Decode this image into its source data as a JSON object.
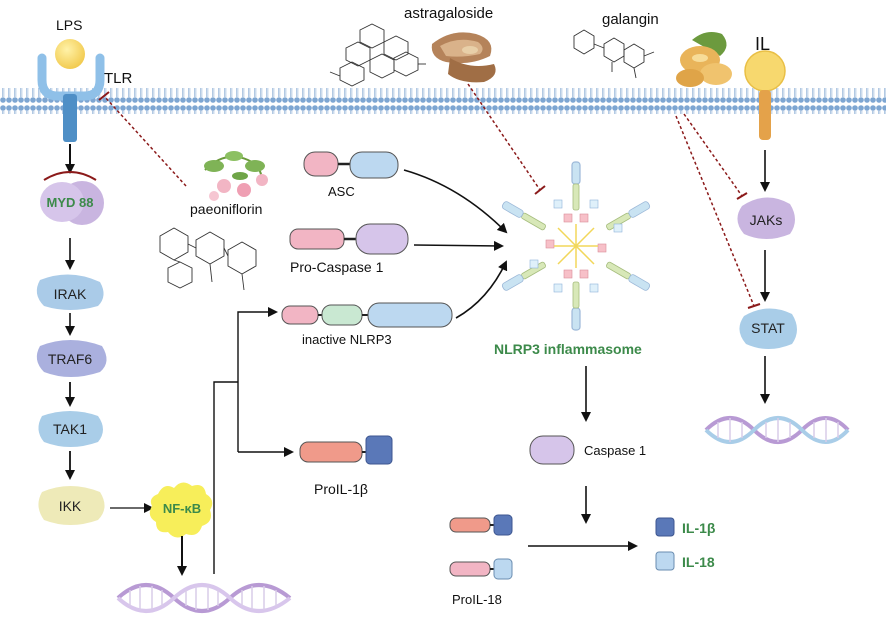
{
  "labels": {
    "lps": "LPS",
    "tlr": "TLR",
    "il": "IL",
    "astragaloside": "astragaloside",
    "galangin": "galangin",
    "paeoniflorin": "paeoniflorin",
    "myd88": "MYD 88",
    "irak": "IRAK",
    "traf6": "TRAF6",
    "tak1": "TAK1",
    "ikk": "IKK",
    "nfkb": "NF-κB",
    "asc": "ASC",
    "pro_caspase1": "Pro-Caspase 1",
    "inactive_nlrp3": "inactive NLRP3",
    "prol1b": "ProIL-1β",
    "nlrp3_inflammasome": "NLRP3 inflammasome",
    "caspase1": "Caspase 1",
    "prol18": "ProIL-18",
    "il1b": "IL-1β",
    "il18": "IL-18",
    "jaks": "JAKs",
    "stat": "STAT"
  },
  "colors": {
    "green_text": "#3c8a4a",
    "membrane": "#8fb3d9",
    "tlr_blue": "#5b9bd0",
    "il_yellow": "#f5d565",
    "il_stem": "#e6a84a",
    "purple": "#c9b5e0",
    "pink": "#f2b5c4",
    "salmon": "#f09a8a",
    "navy": "#5a78b8",
    "light_blue": "#bcd8f0",
    "mint": "#c9e8d2",
    "khaki": "#eeeab8",
    "inhibit_red": "#8b1a1a"
  },
  "icons": [
    "lps-ligand-icon",
    "tlr-receptor-icon",
    "il-receptor-icon",
    "dna-helix-icon",
    "herb-root-icon",
    "ginger-icon",
    "peony-flower-icon",
    "molecule-structure-icon"
  ]
}
